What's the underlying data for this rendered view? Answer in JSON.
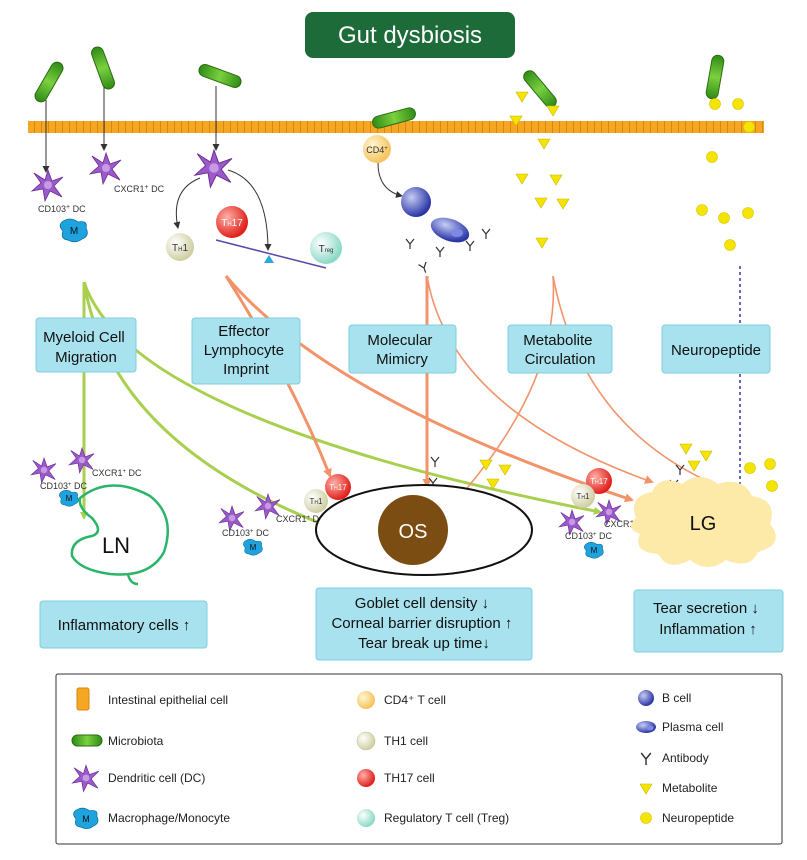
{
  "title": "Gut dysbiosis",
  "labels": {
    "cd4": "CD4",
    "cd4_sup": "+",
    "cd103": "CD103",
    "cd103_sup": "+",
    "dc": "DC",
    "cxcr1": "CXCR1",
    "cxcr1_sup": "+",
    "m": "M",
    "th_t": "T",
    "th_h": "H",
    "th1_n": "1",
    "th17_n": "17",
    "treg_t": "T",
    "treg_reg": "reg",
    "ln": "LN",
    "os": "OS",
    "lg": "LG"
  },
  "mechanisms": [
    {
      "lines": [
        "Myeloid Cell",
        "Migration"
      ]
    },
    {
      "lines": [
        "Effector",
        "Lymphocyte",
        "Imprint"
      ]
    },
    {
      "lines": [
        "Molecular",
        "Mimicry"
      ]
    },
    {
      "lines": [
        "Metabolite",
        "Circulation"
      ]
    },
    {
      "lines": [
        "Neuropeptide"
      ]
    }
  ],
  "outcomes": {
    "ln": [
      "Inflammatory cells ↑"
    ],
    "os": [
      "Goblet cell density ↓",
      "Corneal barrier disruption ↑",
      "Tear break up time↓"
    ],
    "lg": [
      "Tear secretion ↓",
      "Inflammation ↑"
    ]
  },
  "legend": [
    {
      "icon": "epithelial-cell-icon",
      "label": "Intestinal epithelial cell"
    },
    {
      "icon": "microbiota-icon",
      "label": "Microbiota"
    },
    {
      "icon": "dendritic-cell-icon",
      "label": "Dendritic cell (DC)"
    },
    {
      "icon": "macrophage-icon",
      "label": "Macrophage/Monocyte"
    },
    {
      "icon": "cd4-t-cell-icon",
      "label": "CD4⁺ T cell"
    },
    {
      "icon": "th1-cell-icon",
      "label": "TH1 cell"
    },
    {
      "icon": "th17-cell-icon",
      "label": "TH17 cell"
    },
    {
      "icon": "treg-cell-icon",
      "label": "Regulatory T cell (Treg)"
    },
    {
      "icon": "b-cell-icon",
      "label": "B cell"
    },
    {
      "icon": "plasma-cell-icon",
      "label": "Plasma cell"
    },
    {
      "icon": "antibody-icon",
      "label": "Antibody"
    },
    {
      "icon": "metabolite-icon",
      "label": "Metabolite"
    },
    {
      "icon": "neuropeptide-icon",
      "label": "Neuropeptide"
    }
  ],
  "colors": {
    "title_bg": "#1e6b3a",
    "green_arrow": "#a9cf4f",
    "orange_arrow": "#f2936a",
    "box_bg": "#a8e2ee",
    "neuro_arrow": "#3636a8",
    "epithelium": "#f5a623",
    "microbe": "#4caf2a",
    "metabolite": "#f5e400",
    "lg_fill": "#fde9a8",
    "os_fill": "#7c4d12"
  }
}
